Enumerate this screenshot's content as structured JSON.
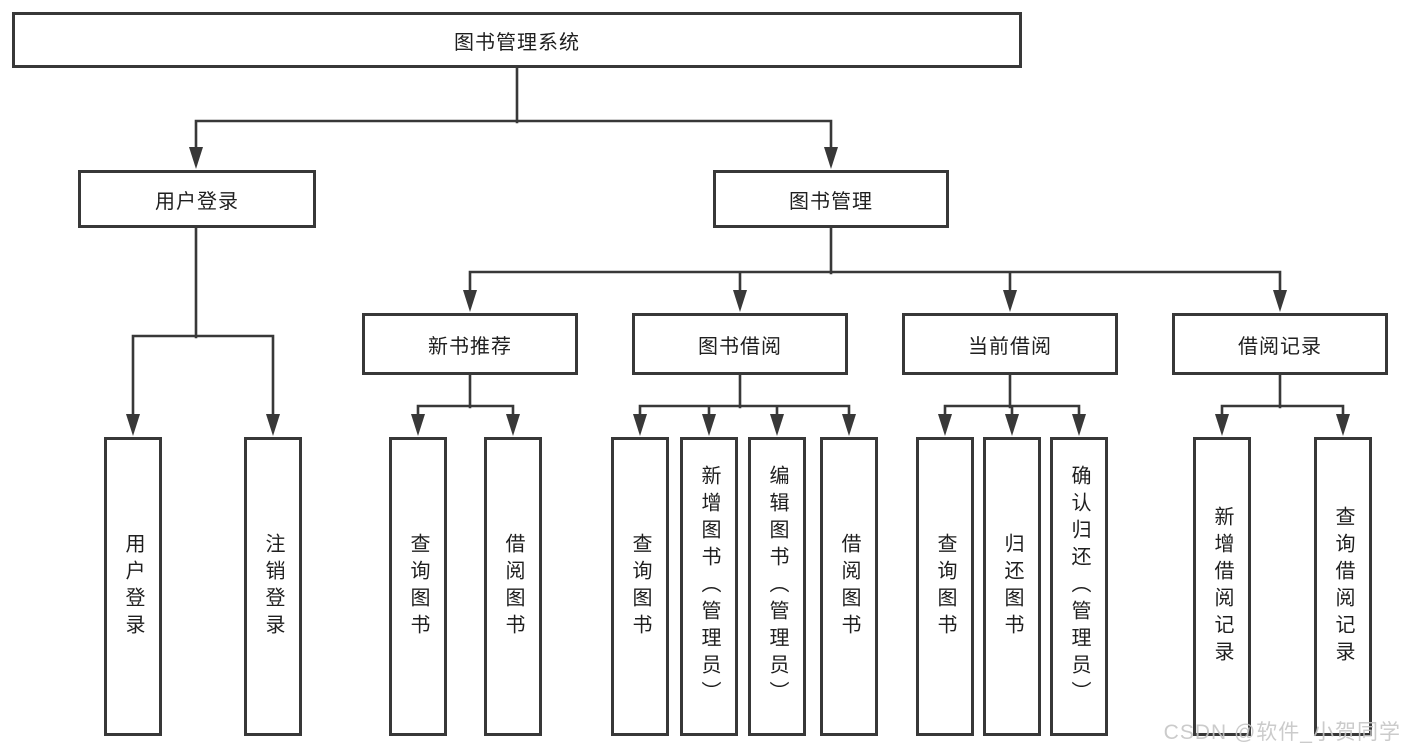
{
  "tree": {
    "label": "图书管理系统",
    "children": [
      {
        "label": "用户登录",
        "children": [
          {
            "label": "用户登录"
          },
          {
            "label": "注销登录"
          }
        ]
      },
      {
        "label": "图书管理",
        "children": [
          {
            "label": "新书推荐",
            "children": [
              {
                "label": "查询图书"
              },
              {
                "label": "借阅图书"
              }
            ]
          },
          {
            "label": "图书借阅",
            "children": [
              {
                "label": "查询图书"
              },
              {
                "label": "新增图书（管理员）"
              },
              {
                "label": "编辑图书（管理员）"
              },
              {
                "label": "借阅图书"
              }
            ]
          },
          {
            "label": "当前借阅",
            "children": [
              {
                "label": "查询图书"
              },
              {
                "label": "归还图书"
              },
              {
                "label": "确认归还（管理员）"
              }
            ]
          },
          {
            "label": "借阅记录",
            "children": [
              {
                "label": "新增借阅记录"
              },
              {
                "label": "查询借阅记录"
              }
            ]
          }
        ]
      }
    ]
  },
  "watermark": {
    "text": "CSDN @软件_小贺同学"
  },
  "colors": {
    "line": "#383838",
    "text": "#1f1f1f",
    "background": "#ffffff",
    "watermark": "#c6c6c6"
  }
}
